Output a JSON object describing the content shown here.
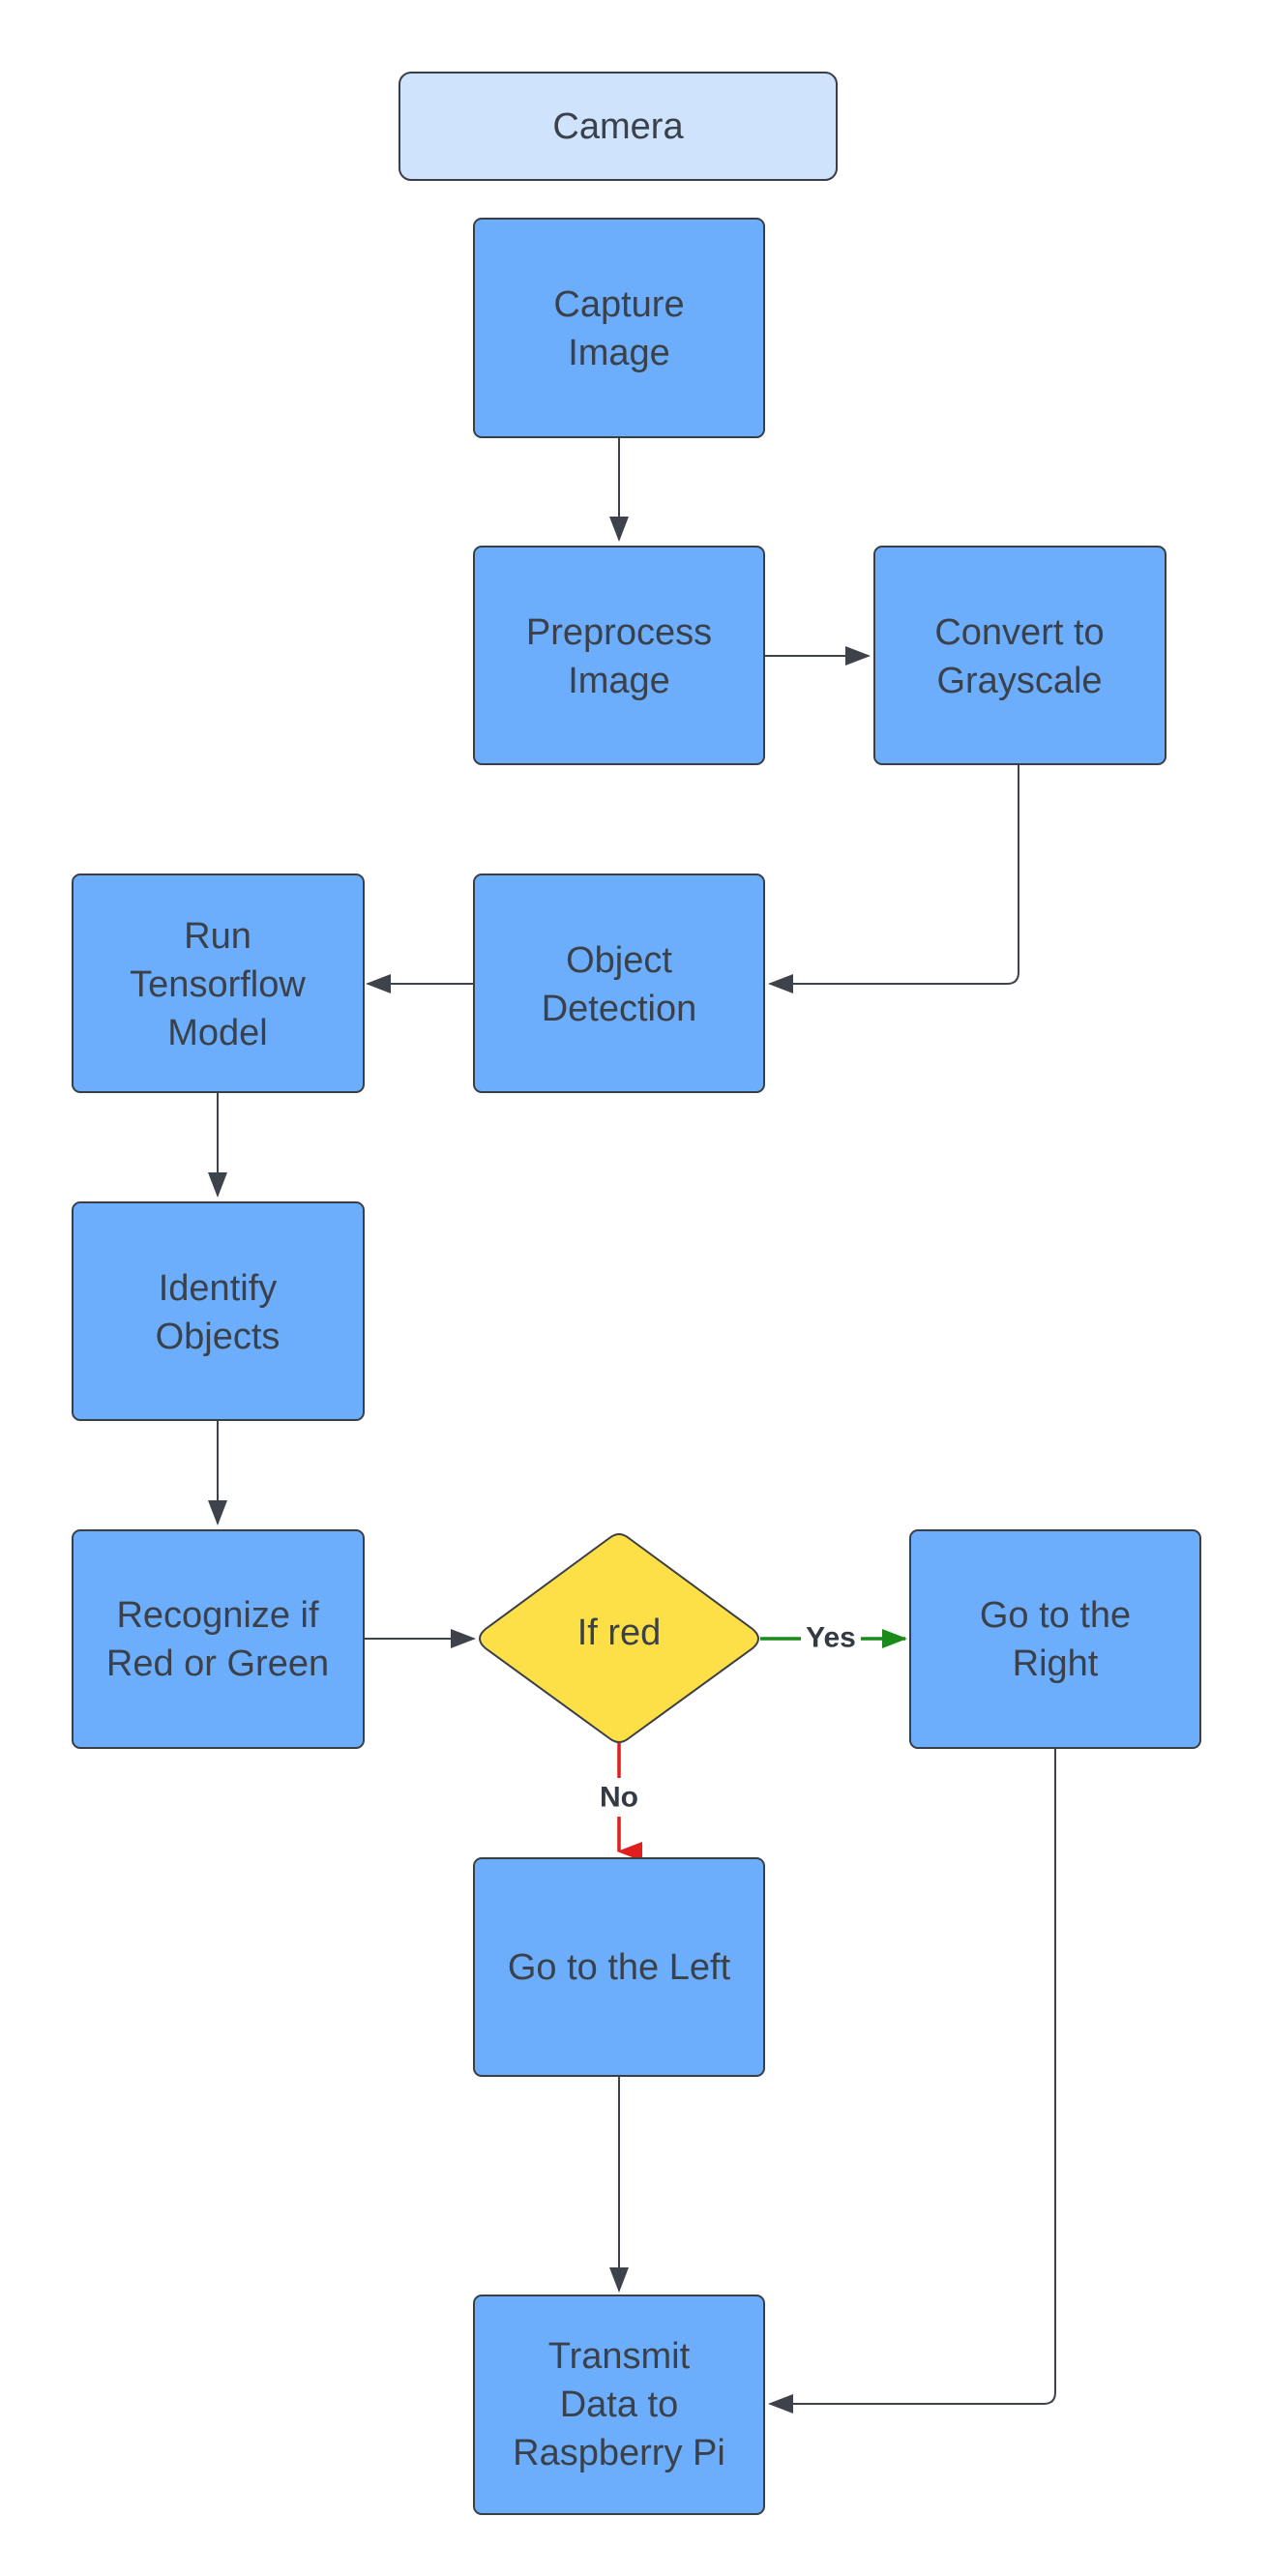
{
  "diagram": {
    "colors": {
      "process_fill": "#6daefc",
      "start_fill": "#cfe3fd",
      "decision_fill": "#fde047",
      "border": "#3a3f47",
      "arrow": "#3e434b",
      "yes": "#1a8a1a",
      "no": "#e01e1e",
      "text": "#3a414a"
    },
    "nodes": {
      "camera": {
        "lines": [
          "Camera"
        ]
      },
      "capture": {
        "lines": [
          "Capture",
          "Image"
        ]
      },
      "preprocess": {
        "lines": [
          "Preprocess",
          "Image"
        ]
      },
      "grayscale": {
        "lines": [
          "Convert to",
          "Grayscale"
        ]
      },
      "detection": {
        "lines": [
          "Object",
          "Detection"
        ]
      },
      "tensorflow": {
        "lines": [
          "Run",
          "Tensorflow",
          "Model"
        ]
      },
      "identify": {
        "lines": [
          "Identify",
          "Objects"
        ]
      },
      "recognize": {
        "lines": [
          "Recognize if",
          "Red or Green"
        ]
      },
      "decision": {
        "lines": [
          "If red"
        ]
      },
      "right": {
        "lines": [
          "Go to the",
          "Right"
        ]
      },
      "left": {
        "lines": [
          "Go to the Left"
        ]
      },
      "transmit": {
        "lines": [
          "Transmit",
          "Data to",
          "Raspberry Pi"
        ]
      }
    },
    "edge_labels": {
      "yes": "Yes",
      "no": "No"
    }
  }
}
